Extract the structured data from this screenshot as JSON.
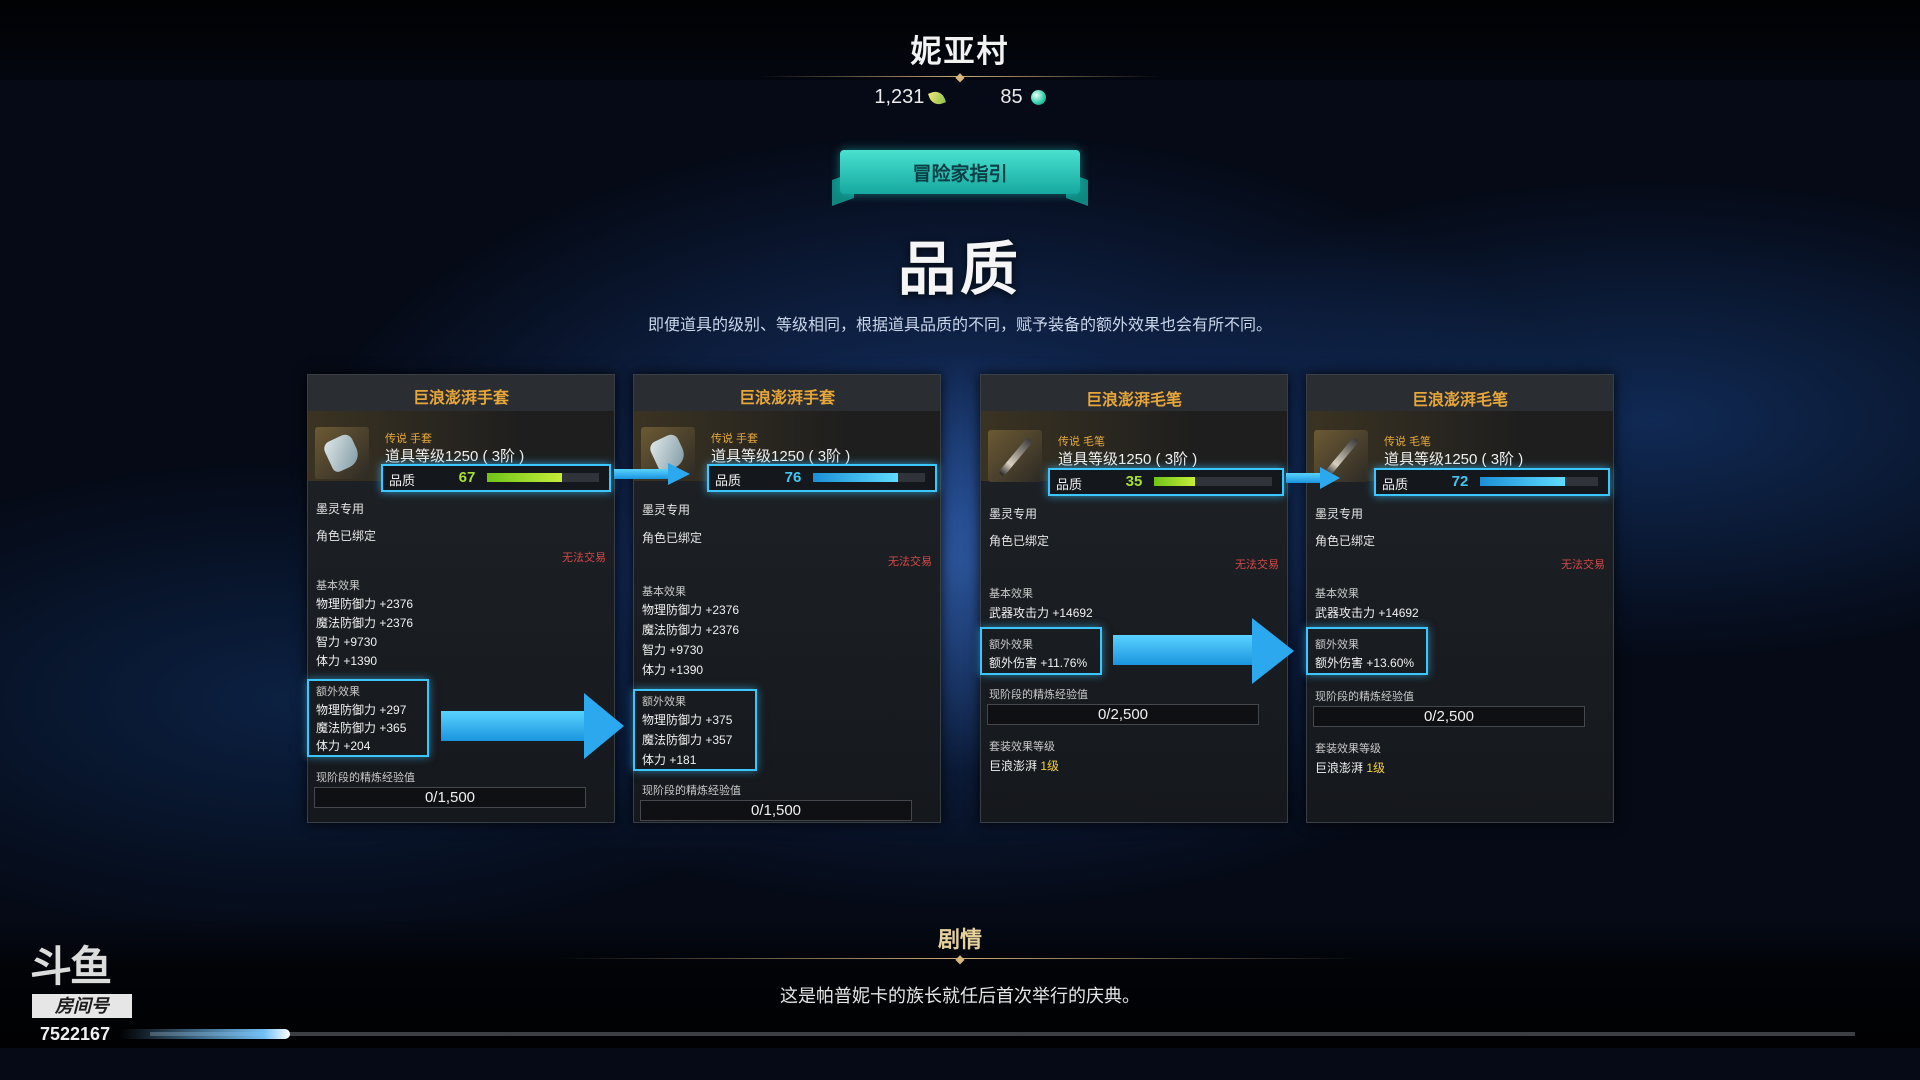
{
  "header": {
    "location": "妮亚村",
    "currency_a": "1,231",
    "currency_b": "85"
  },
  "guide": {
    "ribbon": "冒险家指引",
    "heading": "品质",
    "description": "即便道具的级别、等级相同，根据道具品质的不同，赋予装备的额外效果也会有所不同。"
  },
  "cards": [
    {
      "title": "巨浪澎湃手套",
      "type": "传说 手套",
      "level": "道具等级1250 ( 3阶 )",
      "quality_label": "品质",
      "quality": 67,
      "quality_fraction": 0.67,
      "class": "墨灵专用",
      "bound": "角色已绑定",
      "untradable": "无法交易",
      "basic_title": "基本效果",
      "basic": [
        "物理防御力 +2376",
        "魔法防御力 +2376",
        "智力 +9730",
        "体力 +1390"
      ],
      "extra_title": "额外效果",
      "extra": [
        "物理防御力 +297",
        "魔法防御力 +365",
        "体力 +204"
      ],
      "exp_label": "现阶段的精炼经验值",
      "exp": "0/1,500"
    },
    {
      "title": "巨浪澎湃手套",
      "type": "传说 手套",
      "level": "道具等级1250 ( 3阶 )",
      "quality_label": "品质",
      "quality": 76,
      "quality_fraction": 0.76,
      "class": "墨灵专用",
      "bound": "角色已绑定",
      "untradable": "无法交易",
      "basic_title": "基本效果",
      "basic": [
        "物理防御力 +2376",
        "魔法防御力 +2376",
        "智力 +9730",
        "体力 +1390"
      ],
      "extra_title": "额外效果",
      "extra": [
        "物理防御力 +375",
        "魔法防御力 +357",
        "体力 +181"
      ],
      "exp_label": "现阶段的精炼经验值",
      "exp": "0/1,500"
    },
    {
      "title": "巨浪澎湃毛笔",
      "type": "传说 毛笔",
      "level": "道具等级1250 ( 3阶 )",
      "quality_label": "品质",
      "quality": 35,
      "quality_fraction": 0.35,
      "class": "墨灵专用",
      "bound": "角色已绑定",
      "untradable": "无法交易",
      "basic_title": "基本效果",
      "basic": [
        "武器攻击力 +14692"
      ],
      "extra_title": "额外效果",
      "extra": [
        "额外伤害 +11.76%"
      ],
      "exp_label": "现阶段的精炼经验值",
      "exp": "0/2,500",
      "set_title": "套装效果等级",
      "set_name": "巨浪澎湃",
      "set_level": "1级"
    },
    {
      "title": "巨浪澎湃毛笔",
      "type": "传说 毛笔",
      "level": "道具等级1250 ( 3阶 )",
      "quality_label": "品质",
      "quality": 72,
      "quality_fraction": 0.72,
      "class": "墨灵专用",
      "bound": "角色已绑定",
      "untradable": "无法交易",
      "basic_title": "基本效果",
      "basic": [
        "武器攻击力 +14692"
      ],
      "extra_title": "额外效果",
      "extra": [
        "额外伤害 +13.60%"
      ],
      "exp_label": "现阶段的精炼经验值",
      "exp": "0/2,500",
      "set_title": "套装效果等级",
      "set_name": "巨浪澎湃",
      "set_level": "1级"
    }
  ],
  "colors": {
    "quality_green": "#a8e030",
    "quality_cyan": "#3fc7f2",
    "highlight_border": "#3cc6ff",
    "item_title": "#e7a63a",
    "untradable": "#d54848"
  },
  "story": {
    "title": "剧情",
    "text": "这是帕普妮卡的族长就任后首次举行的庆典。"
  },
  "watermark": {
    "logo": "斗鱼",
    "room_label": "房间号",
    "room_id": "7522167"
  }
}
